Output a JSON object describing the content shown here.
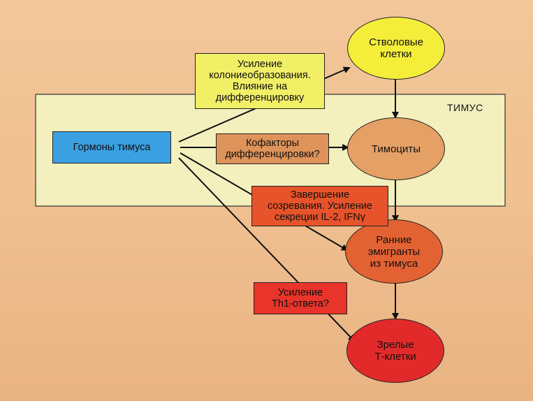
{
  "diagram": {
    "region_label": "ТИМУС",
    "nodes": {
      "hormones": "Гормоны тимуса",
      "stem_cells": "Стволовые\nклетки",
      "thymocytes": "Тимоциты",
      "early_emigrants": "Ранние\nэмигранты\nиз тимуса",
      "mature_t": "Зрелые\nТ-клетки"
    },
    "effects": {
      "colony": "Усиление\nколониеобразования.\nВлияние на\nдифференцировку",
      "cofactors": "Кофакторы\nдифференцировки?",
      "maturation": "Завершение\nсозревания. Усиление\nсекреции IL-2, IFNγ",
      "th1": "Усиление\nTh1-ответа?"
    }
  },
  "colors": {
    "thymus_region": "#f3f0bd",
    "hormones": "#3aa0e2",
    "stem_cells": "#f4ee3a",
    "colony": "#f1ef66",
    "thymocytes": "#e5a066",
    "cofactors": "#de935a",
    "maturation": "#e7532a",
    "early_emigrants": "#e36233",
    "th1": "#e8342a",
    "mature_t": "#e32a2a"
  }
}
